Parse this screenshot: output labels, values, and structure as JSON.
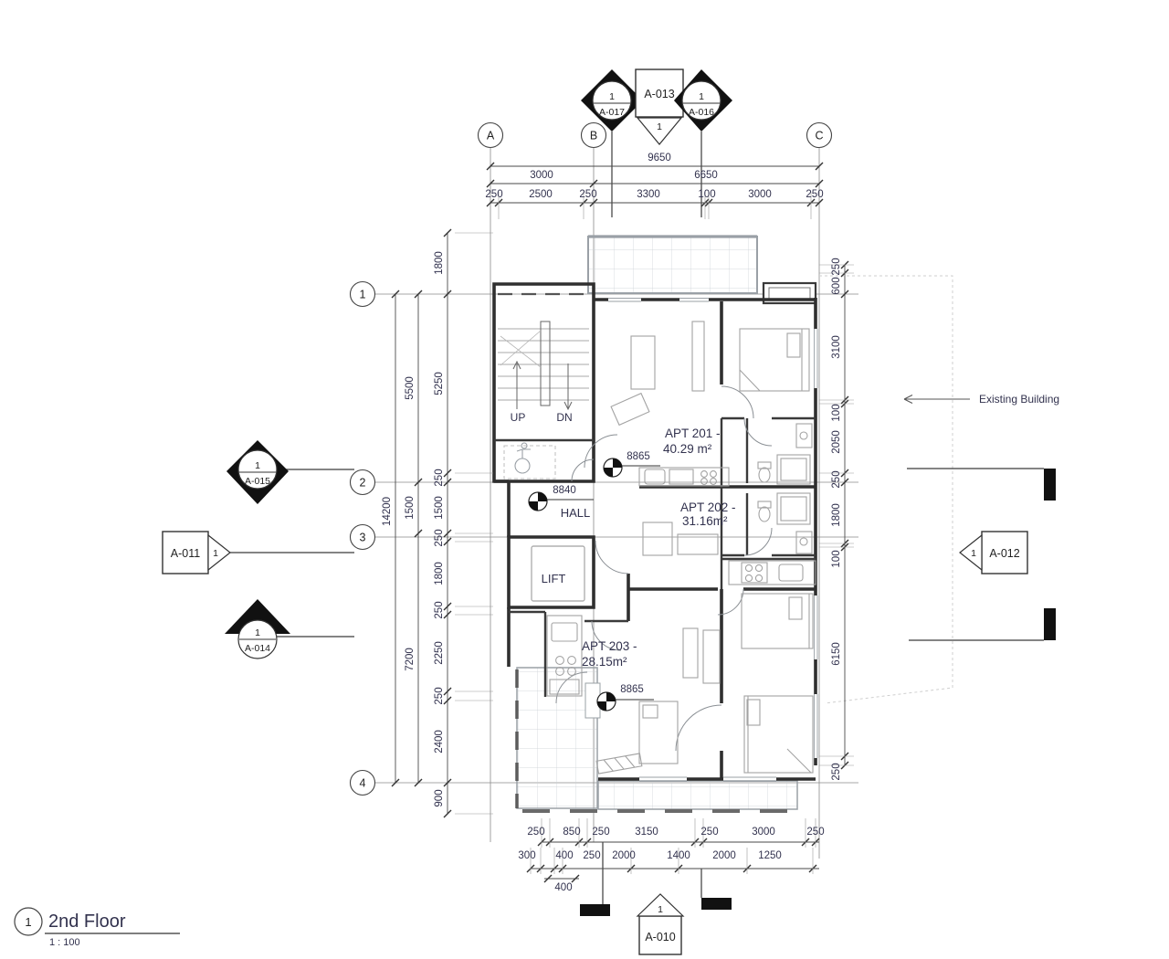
{
  "title_block": {
    "view_number": "1",
    "title": "2nd Floor",
    "scale": "1 : 100"
  },
  "grids": {
    "vertical": [
      "A",
      "B",
      "C"
    ],
    "horizontal": [
      "1",
      "2",
      "3",
      "4"
    ]
  },
  "section_markers": {
    "top_left": {
      "detail": "1",
      "sheet": "A-017"
    },
    "top_center": {
      "sheet": "A-013",
      "detail": "1"
    },
    "top_right": {
      "detail": "1",
      "sheet": "A-016"
    },
    "left_upper": {
      "detail": "1",
      "sheet": "A-015"
    },
    "left_mid": {
      "sheet": "A-011",
      "detail": "1"
    },
    "left_lower": {
      "detail": "1",
      "sheet": "A-014"
    },
    "right": {
      "detail": "1",
      "sheet": "A-012"
    },
    "bottom": {
      "sheet": "A-010",
      "detail": "1"
    }
  },
  "dimensions": {
    "top_overall": "9650",
    "top_major": [
      "3000",
      "6650"
    ],
    "top_minor": [
      "250",
      "2500",
      "250",
      "3300",
      "100",
      "3000",
      "250"
    ],
    "left_outer": "14200",
    "left_middle": [
      "5500",
      "1500",
      "7200"
    ],
    "left_inner": [
      "1800",
      "5250",
      "250",
      "1500",
      "250",
      "1800",
      "250",
      "2250",
      "250",
      "2400",
      "900"
    ],
    "right": [
      "250",
      "600",
      "3100",
      "100",
      "2050",
      "250",
      "1800",
      "100",
      "6150",
      "250"
    ],
    "bottom_row1": [
      "250",
      "850",
      "250",
      "3150",
      "250",
      "3000",
      "250"
    ],
    "bottom_row2": [
      "300",
      "400",
      "250",
      "2000",
      "1400",
      "2000",
      "1250"
    ],
    "bottom_sub": "400"
  },
  "rooms": {
    "apt201": {
      "name": "APT 201 -",
      "area": "40.29 m²"
    },
    "apt202": {
      "name": "APT 202 -",
      "area": "31.16m²"
    },
    "apt203": {
      "name": "APT 203 -",
      "area": "28.15m²"
    },
    "hall": "HALL",
    "lift": "LIFT",
    "stair_up": "UP",
    "stair_dn": "DN"
  },
  "annotations": {
    "existing_building": "Existing Building",
    "level_hall": "8840",
    "level_apt201": "8865",
    "level_apt203": "8865"
  }
}
